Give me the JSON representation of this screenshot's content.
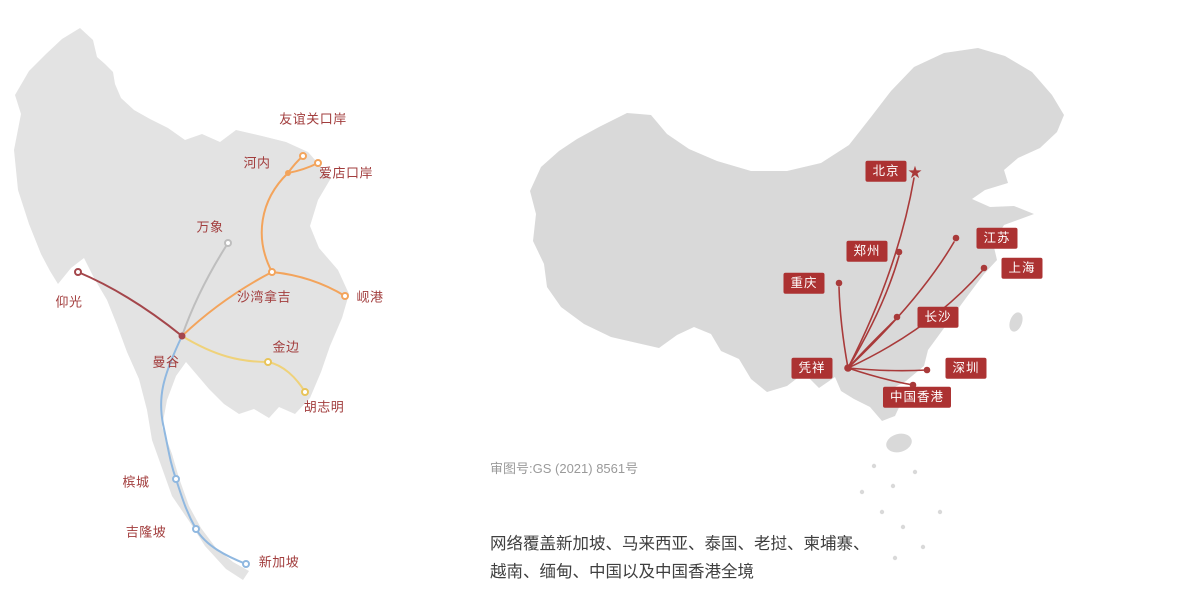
{
  "colors": {
    "sea_map_fill": "#E3E3E3",
    "china_map_fill": "#D9D9D9",
    "city_label_red": "#A23D3D",
    "china_box_red": "#AC3232",
    "footnote_gray": "#9A9A9A",
    "body_text": "#3F3F3F"
  },
  "sea_map": {
    "cities": [
      {
        "label": "友谊关口岸"
      },
      {
        "label": "河内"
      },
      {
        "label": "爱店口岸"
      },
      {
        "label": "万象"
      },
      {
        "label": "沙湾拿吉"
      },
      {
        "label": "岘港"
      },
      {
        "label": "仰光"
      },
      {
        "label": "曼谷"
      },
      {
        "label": "金边"
      },
      {
        "label": "胡志明"
      },
      {
        "label": "槟城"
      },
      {
        "label": "吉隆坡"
      },
      {
        "label": "新加坡"
      }
    ],
    "routes": [
      {
        "from": "仰光",
        "to": "曼谷",
        "color": "#A4464B"
      },
      {
        "from": "万象",
        "to": "曼谷",
        "color": "#BEBEBE"
      },
      {
        "from": "曼谷",
        "to": "沙湾拿吉",
        "color": "#F3A45C"
      },
      {
        "from": "沙湾拿吉",
        "to": "河内",
        "color": "#F3A45C"
      },
      {
        "from": "河内",
        "to": "友谊关口岸",
        "color": "#F3A45C"
      },
      {
        "from": "河内",
        "to": "爱店口岸",
        "color": "#F3A45C"
      },
      {
        "from": "沙湾拿吉",
        "to": "岘港",
        "color": "#F3A45C"
      },
      {
        "from": "曼谷",
        "to": "金边",
        "color": "#EFD27A"
      },
      {
        "from": "金边",
        "to": "胡志明",
        "color": "#EFD27A"
      },
      {
        "from": "曼谷",
        "to": "新加坡",
        "color": "#90B8E0"
      }
    ]
  },
  "china_map": {
    "hub": "凭祥",
    "route_color": "#A93A3A",
    "beijing_marker": "★",
    "cities": [
      {
        "label": "北京",
        "marker": "star"
      },
      {
        "label": "郑州",
        "marker": "dot"
      },
      {
        "label": "江苏",
        "marker": "dot"
      },
      {
        "label": "上海",
        "marker": "dot"
      },
      {
        "label": "重庆",
        "marker": "dot"
      },
      {
        "label": "长沙",
        "marker": "dot"
      },
      {
        "label": "凭祥",
        "marker": "hub-dot"
      },
      {
        "label": "深圳",
        "marker": "dot"
      },
      {
        "label": "中国香港",
        "marker": "dot"
      }
    ],
    "routes": [
      {
        "from": "凭祥",
        "to": "北京"
      },
      {
        "from": "凭祥",
        "to": "郑州"
      },
      {
        "from": "凭祥",
        "to": "江苏"
      },
      {
        "from": "凭祥",
        "to": "上海"
      },
      {
        "from": "凭祥",
        "to": "重庆"
      },
      {
        "from": "凭祥",
        "to": "长沙"
      },
      {
        "from": "凭祥",
        "to": "深圳"
      },
      {
        "from": "凭祥",
        "to": "中国香港"
      }
    ]
  },
  "footnotes": {
    "map_approval": "审图号:GS (2021) 8561号",
    "coverage_line1": "网络覆盖新加坡、马来西亚、泰国、老挝、柬埔寨、",
    "coverage_line2": "越南、缅甸、中国以及中国香港全境"
  }
}
